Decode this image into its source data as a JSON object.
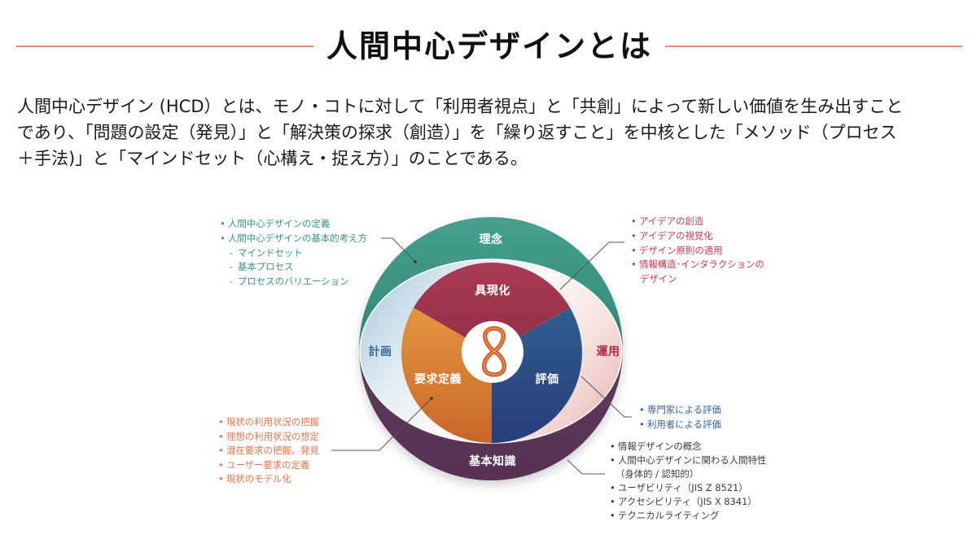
{
  "header": {
    "title": "人間中心デザインとは",
    "rule_color": "#e8877a"
  },
  "intro": {
    "lines": [
      "人間中心デザイン (HCD）とは、モノ・コトに対して「利用者視点」と「共創」によって新しい価値を生み出すこと",
      "であり、「問題の設定（発見）」と「解決策の探求（創造）」を「繰り返すこと」を中核とした「メソッド（プロセス",
      "＋手法)」と「マインドセット（心構え・捉え方）」のことである。"
    ]
  },
  "diagram": {
    "center_icon": "infinity-loop-icon",
    "outer_ring": {
      "top_label": "理念",
      "bottom_label": "基本知識",
      "left_label": "計画",
      "right_label": "運用"
    },
    "pie": {
      "top_label": "具現化",
      "left_label": "要求定義",
      "right_label": "評価"
    },
    "callouts": {
      "philosophy": {
        "items": [
          {
            "marker": "•",
            "text": "人間中心デザインの定義"
          },
          {
            "marker": "•",
            "text": "人間中心デザインの基本的考え方"
          },
          {
            "marker": "-",
            "text": "マインドセット"
          },
          {
            "marker": "-",
            "text": "基本プロセス"
          },
          {
            "marker": "-",
            "text": "プロセスのバリエーション"
          }
        ]
      },
      "embodiment": {
        "items": [
          {
            "marker": "•",
            "text": "アイデアの創造"
          },
          {
            "marker": "•",
            "text": "アイデアの視覚化"
          },
          {
            "marker": "•",
            "text": "デザイン原則の適用"
          },
          {
            "marker": "•",
            "text": "情報構造･インタラクションの"
          },
          {
            "marker": "",
            "text": "デザイン"
          }
        ]
      },
      "evaluation": {
        "items": [
          {
            "marker": "•",
            "text": "専門家による評価"
          },
          {
            "marker": "•",
            "text": "利用者による評価"
          }
        ]
      },
      "requirements": {
        "items": [
          {
            "marker": "•",
            "text": "現状の利用状況の把握"
          },
          {
            "marker": "•",
            "text": "理想の利用状況の想定"
          },
          {
            "marker": "•",
            "text": "潜在要求の把握、発見"
          },
          {
            "marker": "•",
            "text": "ユーザー要求の定義"
          },
          {
            "marker": "•",
            "text": "現状のモデル化"
          }
        ]
      },
      "basic_knowledge": {
        "items": [
          {
            "marker": "•",
            "text": "情報デザインの概念"
          },
          {
            "marker": "•",
            "text": "人間中心デザインに関わる人間特性"
          },
          {
            "marker": "",
            "text": "（身体的 / 認知的）"
          },
          {
            "marker": "•",
            "text": "ユーザビリティ（JIS Z 8521）"
          },
          {
            "marker": "•",
            "text": "アクセシビリティ（JIS X 8341）"
          },
          {
            "marker": "•",
            "text": "テクニカルライティング"
          }
        ]
      }
    }
  },
  "colors": {
    "philosophy_teal": "#3e9684",
    "basic_knowledge_purple": "#5e3b5b",
    "embodiment_crimson": "#a3374f",
    "requirements_orange": "#dd8a3c",
    "evaluation_blue": "#2d5286",
    "plan_label": "#3c6892",
    "operation_label": "#b1283f",
    "infinity_icon": "#d0652c",
    "heading_rule": "#e8877a"
  }
}
